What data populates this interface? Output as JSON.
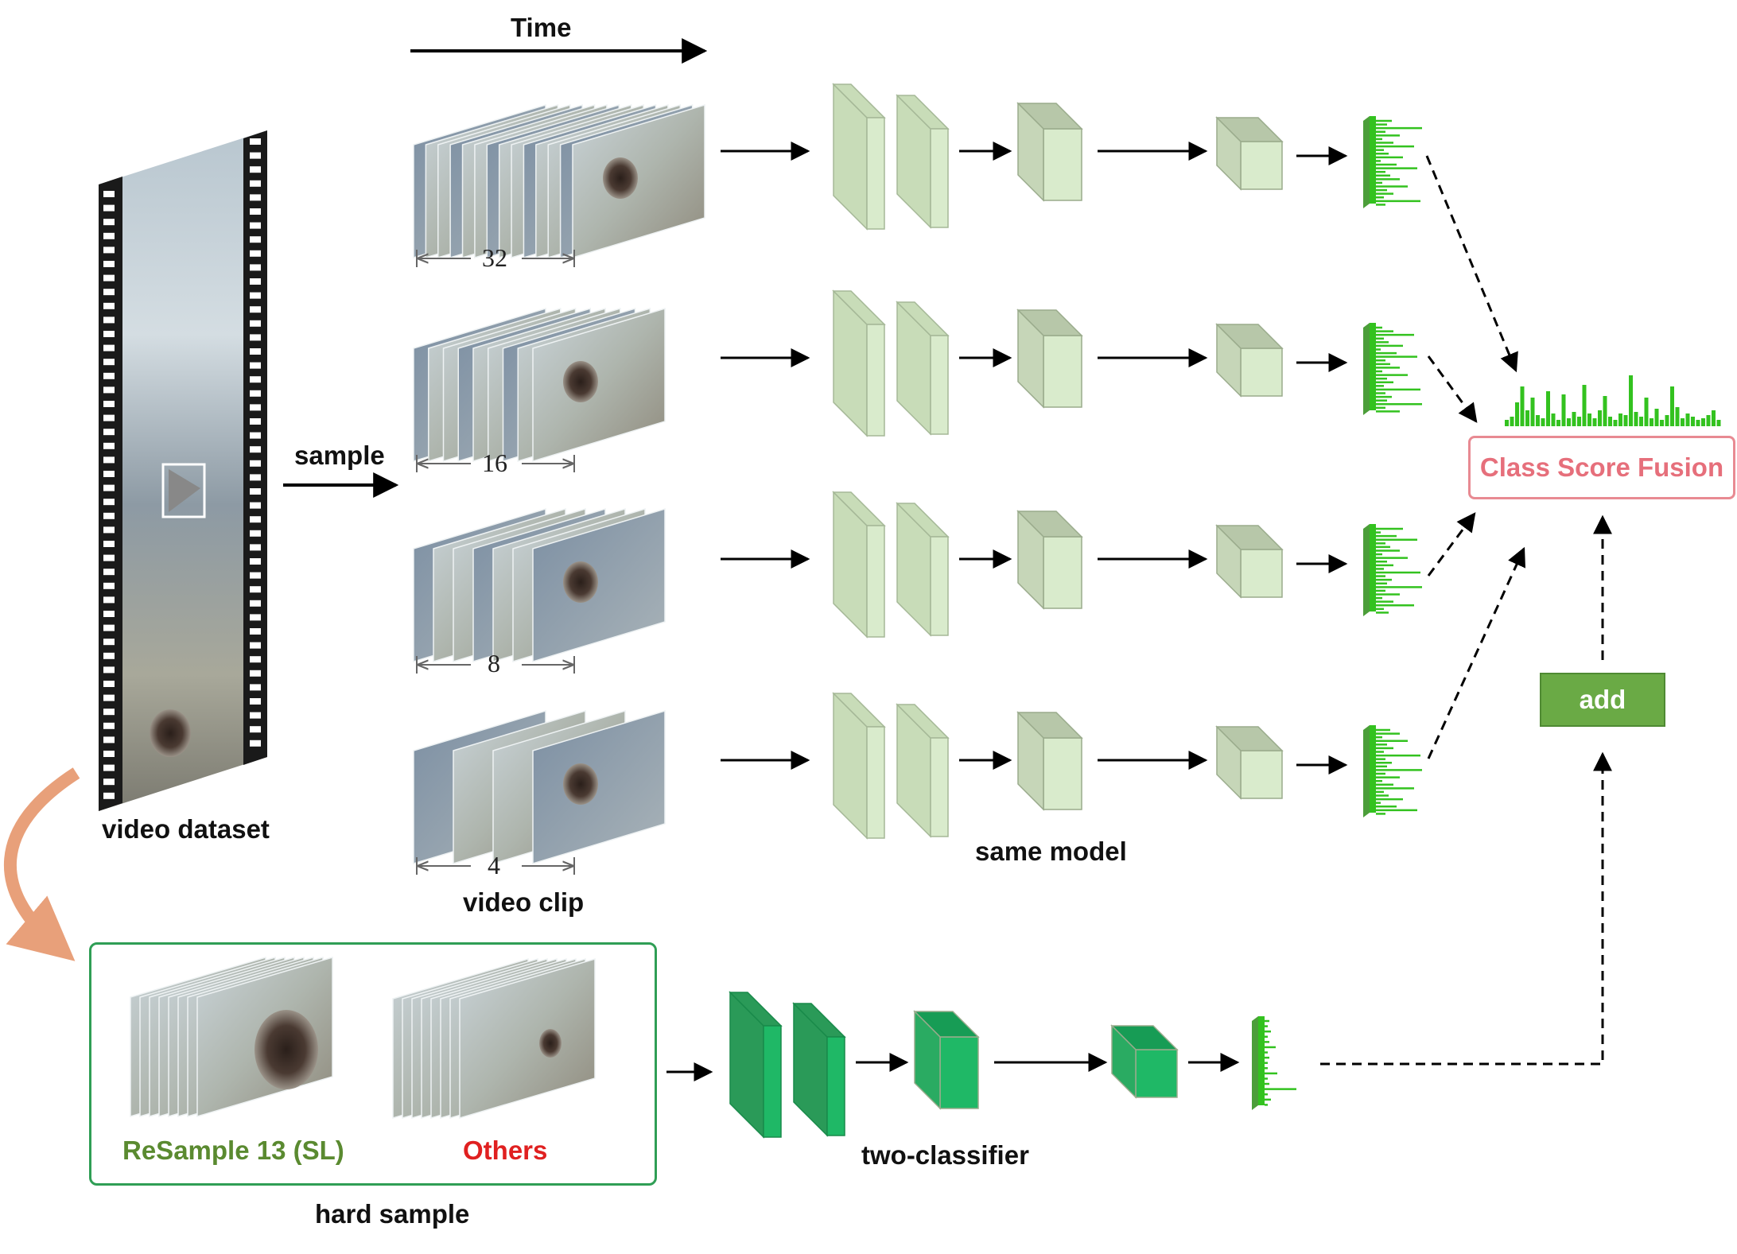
{
  "labels": {
    "time": "Time",
    "sample": "sample",
    "video_dataset": "video dataset",
    "video_clip": "video clip",
    "same_model": "same model",
    "class_score_fusion": "Class Score Fusion",
    "add": "add",
    "hard_sample": "hard sample",
    "resample": "ReSample 13 (SL)",
    "others": "Others",
    "two_classifier": "two-classifier"
  },
  "clip_lengths": [
    "32",
    "16",
    "8",
    "4"
  ],
  "colors": {
    "model_light_green": "#d9ebcc",
    "model_dark_green": "#1fb866",
    "score_bars": "#33c21f",
    "fusion_border": "#e88a92",
    "fusion_text": "#e66f7b",
    "add_fill": "#6aaa45",
    "hard_box_border": "#2f9e55",
    "resample_text": "#5a8a30",
    "others_text": "#e02020",
    "curved_arrow": "#e8a07a"
  }
}
